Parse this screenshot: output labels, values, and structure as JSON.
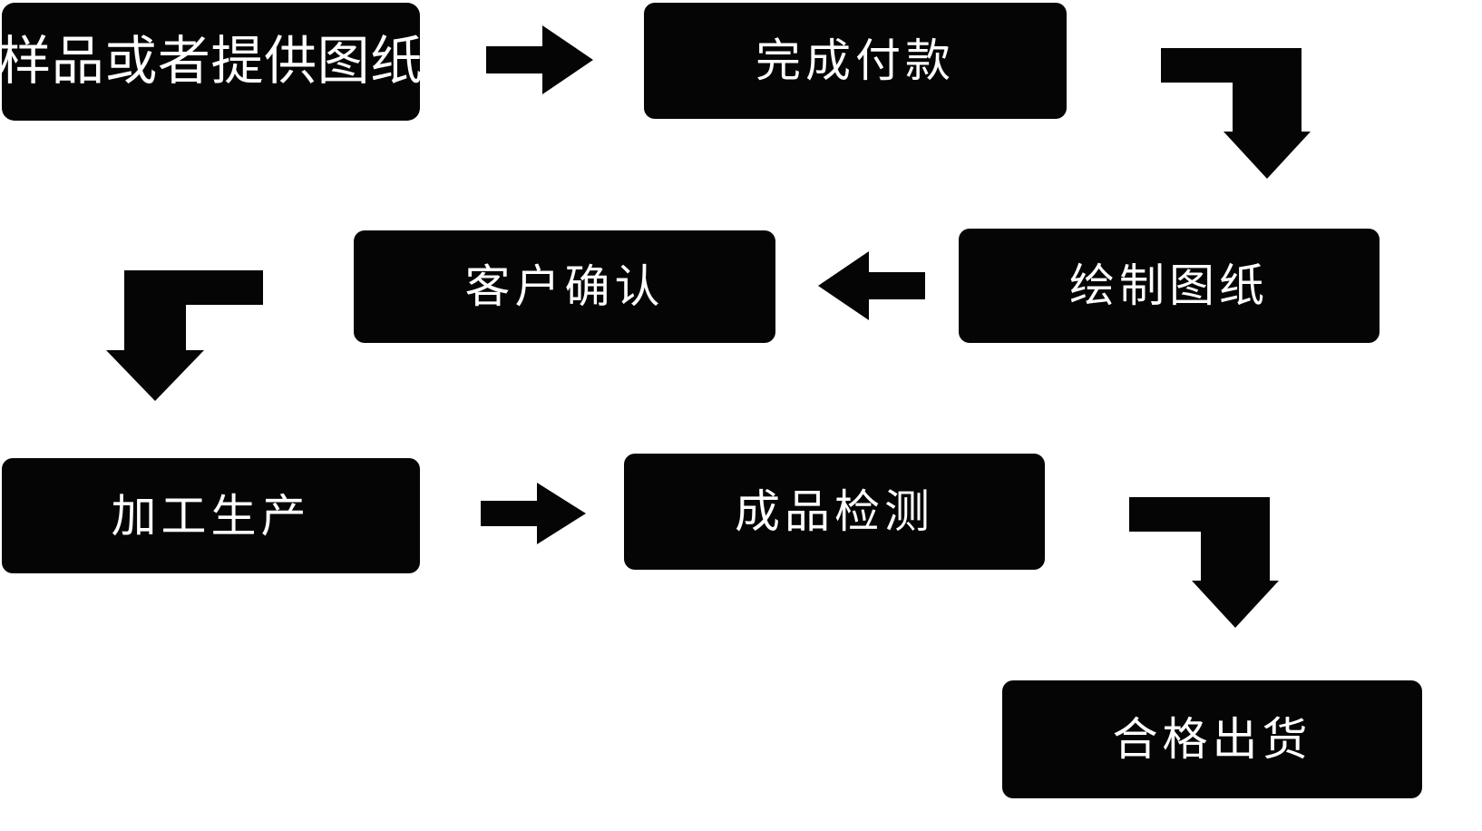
{
  "diagram": {
    "title": "",
    "background_color": "#ffffff",
    "node_fill_color": "#050505",
    "node_text_color": "#ffffff",
    "arrow_color": "#050505",
    "nodes": [
      {
        "id": "n1",
        "label": "样品或者提供图纸"
      },
      {
        "id": "n2",
        "label": "完成付款"
      },
      {
        "id": "n3",
        "label": "绘制图纸"
      },
      {
        "id": "n4",
        "label": "客户确认"
      },
      {
        "id": "n5",
        "label": "加工生产"
      },
      {
        "id": "n6",
        "label": "成品检测"
      },
      {
        "id": "n7",
        "label": "合格出货"
      }
    ],
    "connectors": [
      {
        "id": "a1",
        "icon": "arrow-right-icon",
        "from": "n1",
        "to": "n2",
        "direction": "right"
      },
      {
        "id": "a2",
        "icon": "elbow-arrow-right-down-icon",
        "from": "n2",
        "to": "n3",
        "direction": "right-then-down"
      },
      {
        "id": "a3",
        "icon": "arrow-left-icon",
        "from": "n3",
        "to": "n4",
        "direction": "left"
      },
      {
        "id": "a4",
        "icon": "elbow-arrow-left-down-icon",
        "from": "n4",
        "to": "n5",
        "direction": "left-then-down"
      },
      {
        "id": "a5",
        "icon": "arrow-right-icon",
        "from": "n5",
        "to": "n6",
        "direction": "right"
      },
      {
        "id": "a6",
        "icon": "elbow-arrow-right-down-icon",
        "from": "n6",
        "to": "n7",
        "direction": "right-then-down"
      }
    ]
  }
}
